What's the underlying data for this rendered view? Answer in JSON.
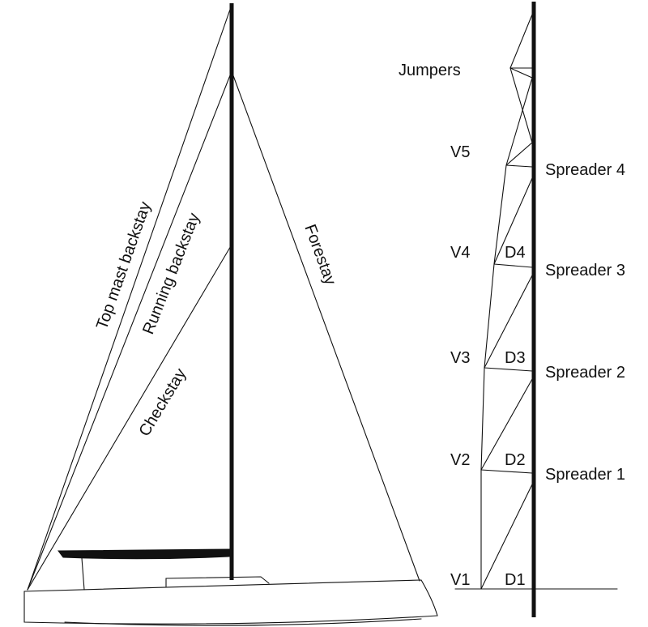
{
  "stays": {
    "top_mast_backstay": "Top mast backstay",
    "running_backstay": "Running backstay",
    "checkstay": "Checkstay",
    "forestay": "Forestay"
  },
  "spreaders": [
    "Spreader 4",
    "Spreader 3",
    "Spreader 2",
    "Spreader 1"
  ],
  "jumpers": "Jumpers",
  "verticals": [
    "V5",
    "V4",
    "V3",
    "V2",
    "V1"
  ],
  "diagonals": [
    "D4",
    "D3",
    "D2",
    "D1"
  ],
  "colors": {
    "line": "#111111",
    "background": "#ffffff"
  }
}
